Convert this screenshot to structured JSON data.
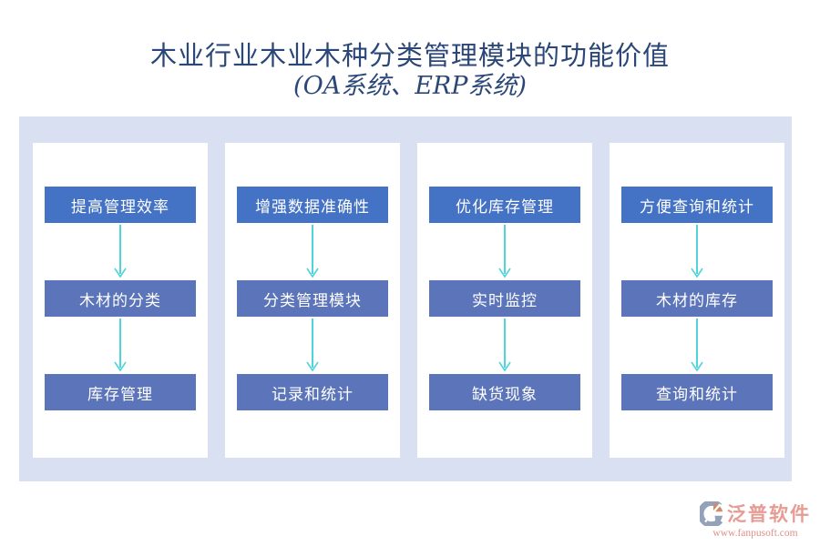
{
  "title": {
    "line1": "木业行业木业木种分类管理模块的功能价值",
    "line2": "(OA系统、ERP系统)"
  },
  "colors": {
    "title_text": "#2B4778",
    "panel_bg": "#D9E0F2",
    "column_bg": "#FFFFFF",
    "box_row1_bg": "#4472C4",
    "box_row2_bg": "#5B74BA",
    "box_text": "#FFFFFF",
    "arrow": "#4ED4D9",
    "logo_gray": "#93A2B8",
    "logo_orange": "#D28B66",
    "brand_text": "#E59C94",
    "brand_url_text": "#E0908A"
  },
  "columns": [
    {
      "steps": [
        "提高管理效率",
        "木材的分类",
        "库存管理"
      ]
    },
    {
      "steps": [
        "增强数据准确性",
        "分类管理模块",
        "记录和统计"
      ]
    },
    {
      "steps": [
        "优化库存管理",
        "实时监控",
        "缺货现象"
      ]
    },
    {
      "steps": [
        "方便查询和统计",
        "木材的库存",
        "查询和统计"
      ]
    }
  ],
  "footer": {
    "brand": "泛普软件",
    "url": "www.fanpusoft.com"
  }
}
